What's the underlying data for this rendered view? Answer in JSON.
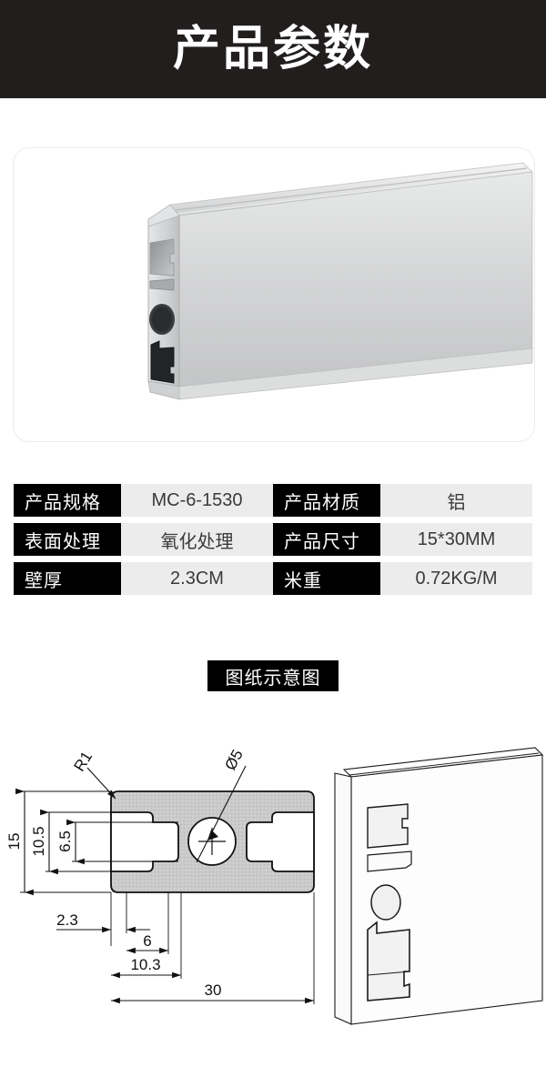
{
  "header": {
    "title": "产品参数"
  },
  "product_photo": {
    "alt_name": "aluminium-extrusion-profile-photo"
  },
  "spec_table": {
    "rows": [
      {
        "left_label": "产品规格",
        "left_value": "MC-6-1530",
        "right_label": "产品材质",
        "right_value": "铝"
      },
      {
        "left_label": "表面处理",
        "left_value": "氧化处理",
        "right_label": "产品尺寸",
        "right_value": "15*30MM"
      },
      {
        "left_label": "壁厚",
        "left_value": "2.3CM",
        "right_label": "米重",
        "right_value": "0.72KG/M"
      }
    ]
  },
  "drawing_section": {
    "label": "图纸示意图",
    "dimensions": {
      "overall_height": "15",
      "slot_outer_height": "10.5",
      "slot_inner_height": "6.5",
      "wall_thickness": "2.3",
      "slot_inner_width": "6",
      "slot_outer_width": "10.3",
      "overall_width": "30",
      "corner_radius": "R1",
      "hole_diameter": "Ø5"
    }
  },
  "colors": {
    "banner_background": "#211e1d",
    "label_background": "#000000",
    "value_background": "#ececec",
    "page_background": "#ffffff",
    "profile_fill": "#c9c9c9",
    "line_color": "#111111"
  }
}
